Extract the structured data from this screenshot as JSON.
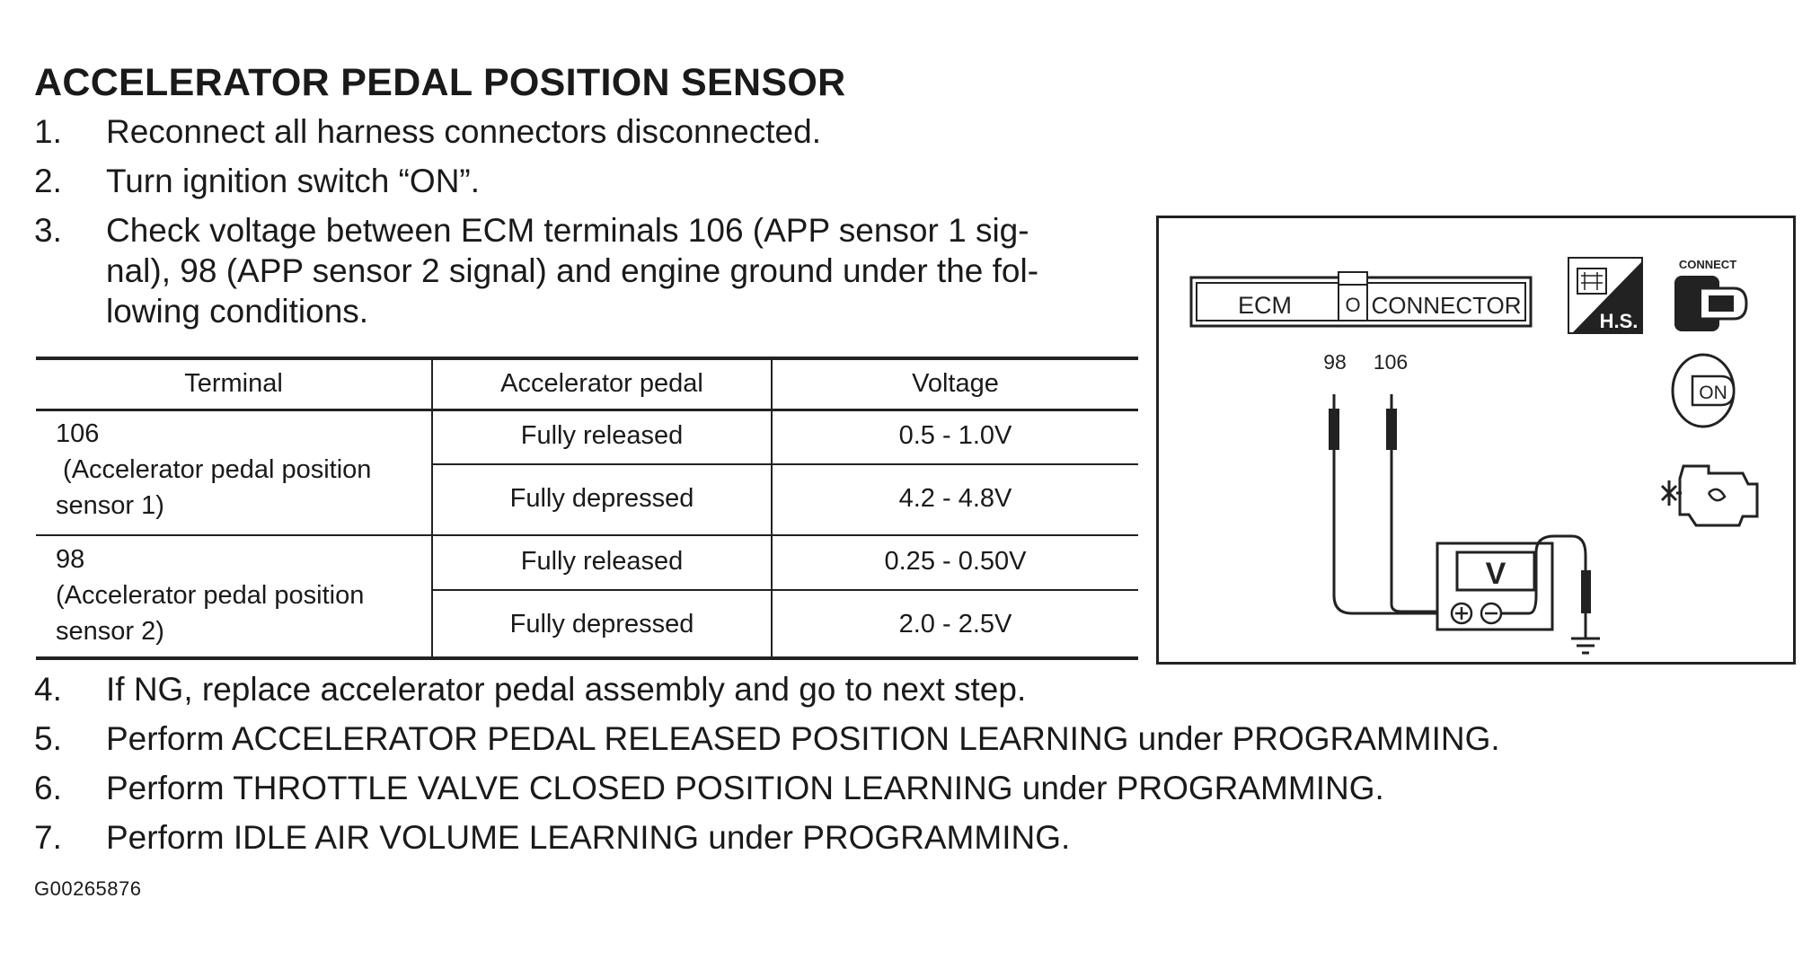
{
  "title": "ACCELERATOR PEDAL POSITION SENSOR",
  "steps": [
    {
      "num": "1.",
      "text": "Reconnect all harness connectors disconnected."
    },
    {
      "num": "2.",
      "text": "Turn ignition switch “ON”."
    },
    {
      "num": "3.",
      "lines": [
        "Check voltage between ECM terminals 106 (APP sensor 1 sig-",
        "nal), 98 (APP sensor 2 signal) and engine ground under the fol-",
        "lowing conditions."
      ]
    },
    {
      "num": "4.",
      "text": "If NG, replace accelerator pedal assembly and go to next step."
    },
    {
      "num": "5.",
      "text": "Perform ACCELERATOR PEDAL RELEASED POSITION LEARNING under PROGRAMMING."
    },
    {
      "num": "6.",
      "text": "Perform THROTTLE VALVE CLOSED POSITION LEARNING under PROGRAMMING."
    },
    {
      "num": "7.",
      "text": "Perform IDLE AIR VOLUME LEARNING under PROGRAMMING."
    }
  ],
  "table": {
    "headers": [
      "Terminal",
      "Accelerator pedal",
      "Voltage"
    ],
    "groups": [
      {
        "terminal": [
          "106",
          " (Accelerator pedal position",
          "sensor 1)"
        ],
        "rows": [
          {
            "pedal": "Fully released",
            "voltage": "0.5 - 1.0V"
          },
          {
            "pedal": "Fully depressed",
            "voltage": "4.2 - 4.8V"
          }
        ]
      },
      {
        "terminal": [
          "98",
          "(Accelerator pedal position",
          "sensor 2)"
        ],
        "rows": [
          {
            "pedal": "Fully released",
            "voltage": "0.25 - 0.50V"
          },
          {
            "pedal": "Fully depressed",
            "voltage": "2.0 - 2.5V"
          }
        ]
      }
    ]
  },
  "diagram": {
    "ecm_label": "ECM",
    "connector_label": "CONNECTOR",
    "connector_mark": "O",
    "terminal_a": "98",
    "terminal_b": "106",
    "meter_label": "V",
    "connect_label": "CONNECT",
    "hs_label": "H.S.",
    "on_label": "ON"
  },
  "figure_code": "G00265876"
}
